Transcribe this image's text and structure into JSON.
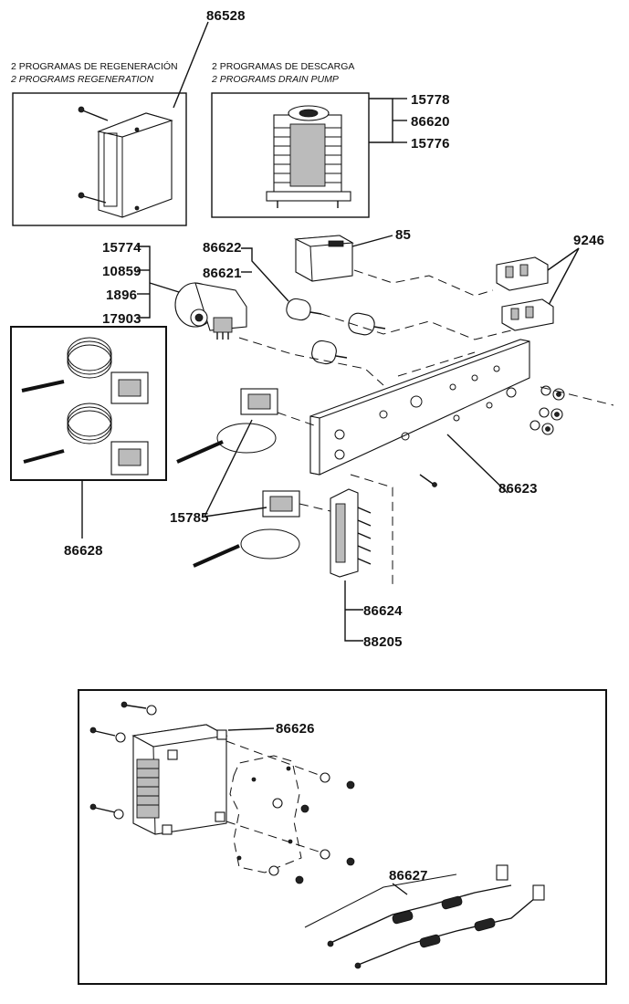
{
  "part_numbers": {
    "regeneration_board": "86528",
    "drain_pump_timer_a": "15778",
    "drain_pump_timer_b": "86620",
    "drain_pump_timer_c": "15776",
    "relay": "85",
    "capacitor_a": "86622",
    "capacitor_b": "86621",
    "twin_sockets": "9246",
    "motor_a": "15774",
    "motor_b": "10859",
    "motor_c": "1896",
    "motor_d": "17903",
    "thermostat_kit": "86628",
    "thermostat_switch": "15785",
    "chassis_plate": "86623",
    "terminal_block_a": "86624",
    "terminal_block_b": "88205",
    "transformer": "86626",
    "cable_harness": "86627"
  },
  "captions": {
    "regeneration_es": "2 PROGRAMAS DE REGENERACIÓN",
    "regeneration_en": "2 PROGRAMS REGENERATION",
    "drain_es": "2 PROGRAMAS DE DESCARGA",
    "drain_en": "2 PROGRAMS DRAIN PUMP"
  }
}
